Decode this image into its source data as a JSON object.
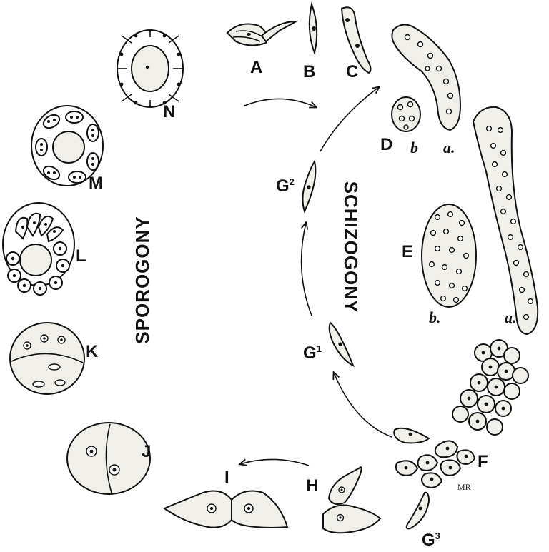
{
  "phases": {
    "sporogony": "SPOROGONY",
    "schizogony": "SCHIZOGONY"
  },
  "stages": {
    "A": "A",
    "B": "B",
    "C": "C",
    "D": "D",
    "E": "E",
    "F": "F",
    "G1": "G",
    "G1_sup": "1",
    "G2": "G",
    "G2_sup": "2",
    "G3": "G",
    "G3_sup": "3",
    "H": "H",
    "I": "I",
    "J": "J",
    "K": "K",
    "L": "L",
    "M": "M",
    "N": "N"
  },
  "sublabels": {
    "D_b": "b",
    "D_a": "a.",
    "E_b": "b.",
    "E_a": "a."
  },
  "signature": "MR",
  "colors": {
    "ink": "#111111",
    "cell_fill": "#f1efe9"
  }
}
